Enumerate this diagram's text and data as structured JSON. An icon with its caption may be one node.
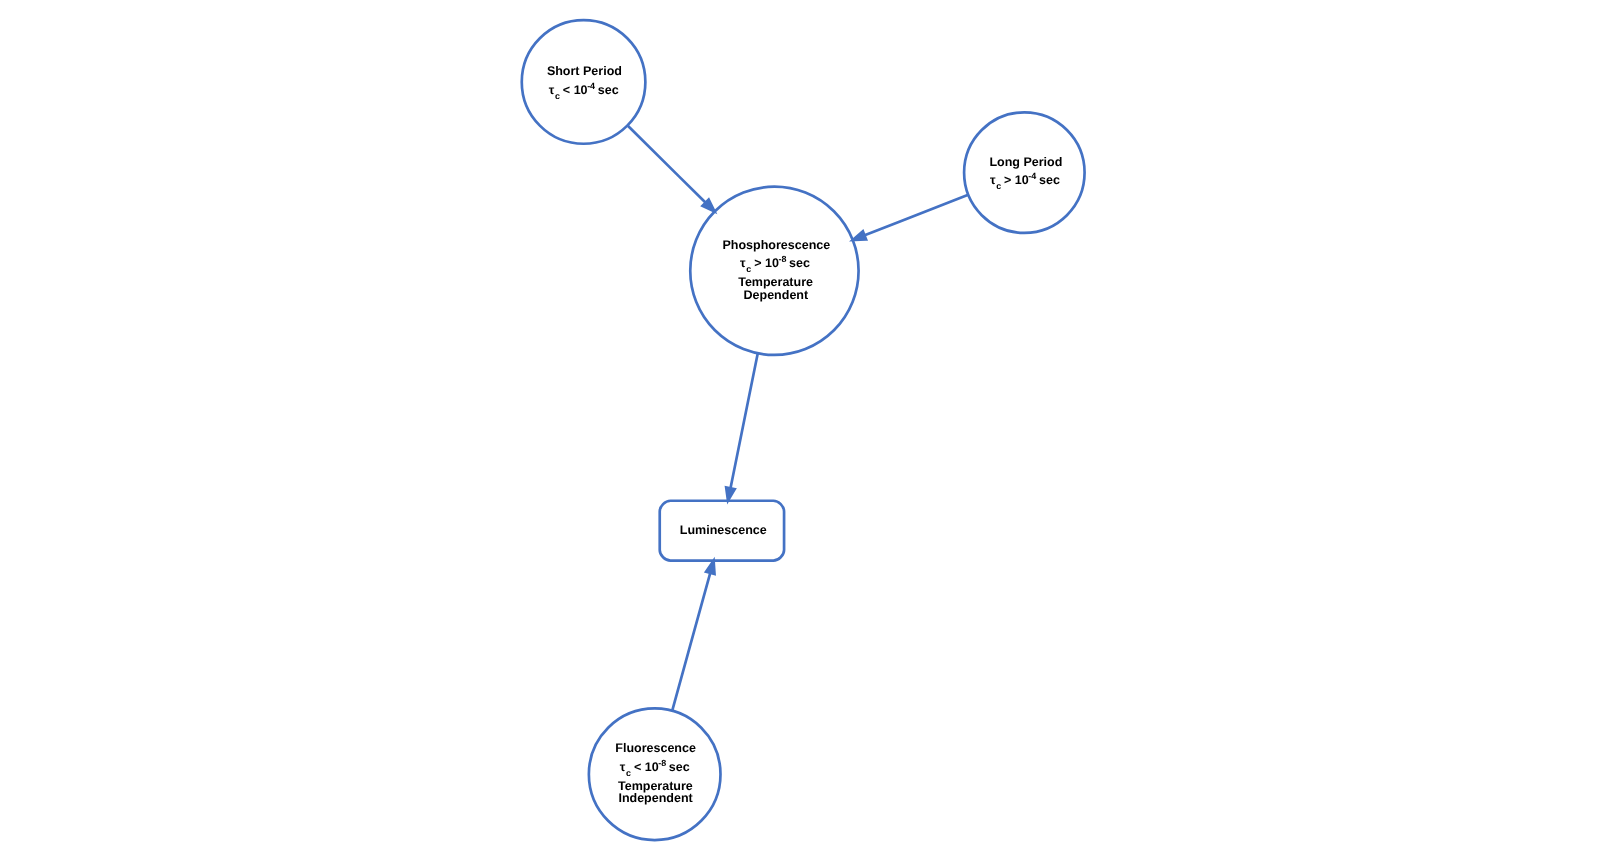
{
  "diagram": {
    "nodes": [
      {
        "text": [
          "Fluorescence",
          "τ$_{c}$ < 10$^{-8}$ sec",
          "Temperature Independent"
        ]
      },
      {
        "text": [
          "Luminescence"
        ]
      },
      {
        "text": [
          "Phosphorescence",
          "τ$_{c}$ > 10$^{-8}$ sec",
          "Temperature Dependent"
        ]
      },
      {
        "text": [
          "Short Period",
          "τ$_{c}$ < 10$^{-4}$ sec"
        ]
      },
      {
        "text": [
          "Long Period",
          "τ$_{c}$ > 10$^{-4}$ sec"
        ]
      }
    ],
    "edges": [
      {
        "from": 0,
        "to": 1,
        "arrow": "to"
      },
      {
        "from": 2,
        "to": 1,
        "arrow": "to"
      },
      {
        "from": 3,
        "to": 2,
        "arrow": "to"
      },
      {
        "from": 4,
        "to": 2,
        "arrow": "to"
      }
    ]
  }
}
